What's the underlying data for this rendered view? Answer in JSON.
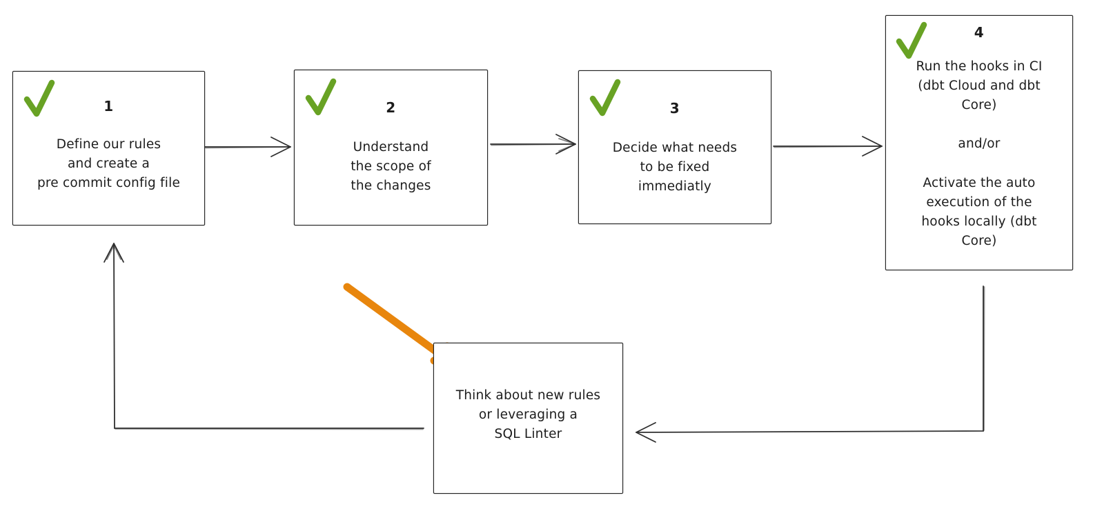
{
  "canvas": {
    "background": "#ffffff"
  },
  "colors": {
    "node_stroke": "#242424",
    "edge_stroke": "#2f2f2f",
    "check_green": "#68a224",
    "arrow_orange": "#e8860d"
  },
  "nodes": [
    {
      "id": "step-1",
      "number": "1",
      "checked": true,
      "text": "Define our rules\nand create a\npre commit config file"
    },
    {
      "id": "step-2",
      "number": "2",
      "checked": true,
      "text": "Understand\nthe scope of\nthe changes"
    },
    {
      "id": "step-3",
      "number": "3",
      "checked": true,
      "text": "Decide what needs\nto be fixed\nimmediatly"
    },
    {
      "id": "step-4",
      "number": "4",
      "checked": true,
      "text": "Run the hooks in CI\n(dbt Cloud and dbt\nCore)\n\nand/or\n\nActivate the auto\nexecution of the\nhooks locally (dbt\nCore)"
    },
    {
      "id": "feedback",
      "number": "",
      "checked": false,
      "text": "Think about new rules\nor leveraging a\nSQL Linter"
    }
  ],
  "edges": [
    {
      "from": "step-1",
      "to": "step-2",
      "style": "open-arrow",
      "color": "#2f2f2f"
    },
    {
      "from": "step-2",
      "to": "step-3",
      "style": "open-arrow",
      "color": "#2f2f2f"
    },
    {
      "from": "step-3",
      "to": "step-4",
      "style": "open-arrow",
      "color": "#2f2f2f"
    },
    {
      "from": "step-4",
      "to": "feedback",
      "style": "open-arrow",
      "color": "#2f2f2f"
    },
    {
      "from": "feedback",
      "to": "step-1",
      "style": "open-arrow",
      "color": "#2f2f2f"
    },
    {
      "from": "annotation",
      "to": "feedback",
      "style": "thick-arrow",
      "color": "#e8860d"
    }
  ]
}
